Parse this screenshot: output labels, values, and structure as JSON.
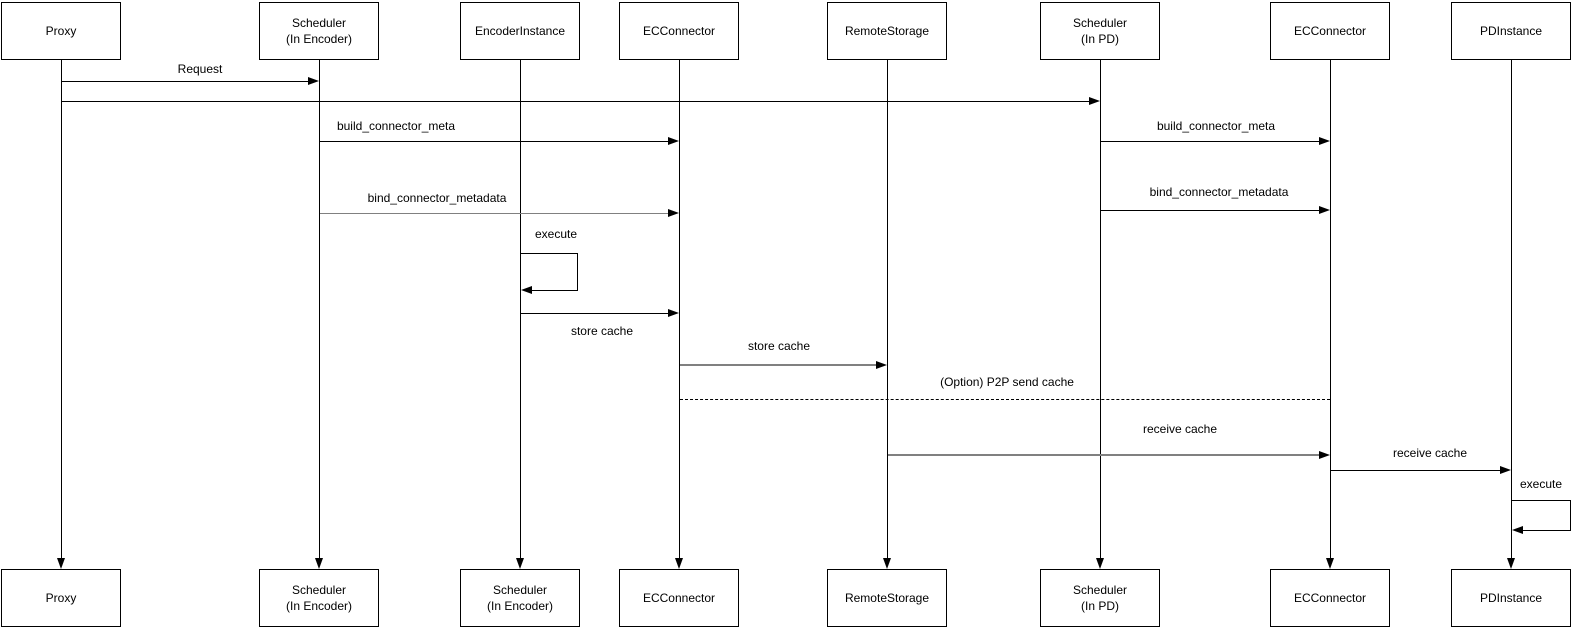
{
  "diagram": {
    "type": "sequence-diagram",
    "colors": {
      "line": "#000000",
      "muted_line": "#808080",
      "background": "#ffffff",
      "box_background": "#ffffff",
      "text": "#000000"
    },
    "actors": [
      {
        "id": "proxy",
        "top_label": "Proxy",
        "bottom_label": "Proxy"
      },
      {
        "id": "scheduler-encoder",
        "top_label": "Scheduler\n(In Encoder)",
        "bottom_label": "Scheduler\n(In Encoder)"
      },
      {
        "id": "encoder-instance",
        "top_label": "EncoderInstance",
        "bottom_label": "Scheduler\n(In Encoder)"
      },
      {
        "id": "ec-connector-1",
        "top_label": "ECConnector",
        "bottom_label": "ECConnector"
      },
      {
        "id": "remote-storage",
        "top_label": "RemoteStorage",
        "bottom_label": "RemoteStorage"
      },
      {
        "id": "scheduler-pd",
        "top_label": "Scheduler\n(In PD)",
        "bottom_label": "Scheduler\n(In PD)"
      },
      {
        "id": "ec-connector-2",
        "top_label": "ECConnector",
        "bottom_label": "ECConnector"
      },
      {
        "id": "pd-instance",
        "top_label": "PDInstance",
        "bottom_label": "PDInstance"
      }
    ],
    "messages": [
      {
        "label": "Request",
        "from": "proxy",
        "to": "scheduler-encoder",
        "style": "solid"
      },
      {
        "label": "",
        "from": "proxy",
        "to": "scheduler-pd",
        "style": "solid"
      },
      {
        "label": "build_connector_meta",
        "from": "scheduler-encoder",
        "to": "ec-connector-1",
        "style": "solid"
      },
      {
        "label": "build_connector_meta",
        "from": "scheduler-pd",
        "to": "ec-connector-2",
        "style": "solid"
      },
      {
        "label": "bind_connector_metadata",
        "from": "scheduler-encoder",
        "to": "ec-connector-1",
        "style": "solid"
      },
      {
        "label": "bind_connector_metadata",
        "from": "scheduler-pd",
        "to": "ec-connector-2",
        "style": "solid"
      },
      {
        "label": "execute",
        "from": "encoder-instance",
        "to": "encoder-instance",
        "style": "self"
      },
      {
        "label": "store cache",
        "from": "encoder-instance",
        "to": "ec-connector-1",
        "style": "solid",
        "label_position": "below"
      },
      {
        "label": "store cache",
        "from": "ec-connector-1",
        "to": "remote-storage",
        "style": "solid"
      },
      {
        "label": "(Option) P2P send cache",
        "from": "ec-connector-1",
        "to": "ec-connector-2",
        "style": "dashed"
      },
      {
        "label": "receive cache",
        "from": "remote-storage",
        "to": "ec-connector-2",
        "style": "solid"
      },
      {
        "label": "receive cache",
        "from": "ec-connector-2",
        "to": "pd-instance",
        "style": "solid"
      },
      {
        "label": "execute",
        "from": "pd-instance",
        "to": "pd-instance",
        "style": "self"
      }
    ]
  }
}
